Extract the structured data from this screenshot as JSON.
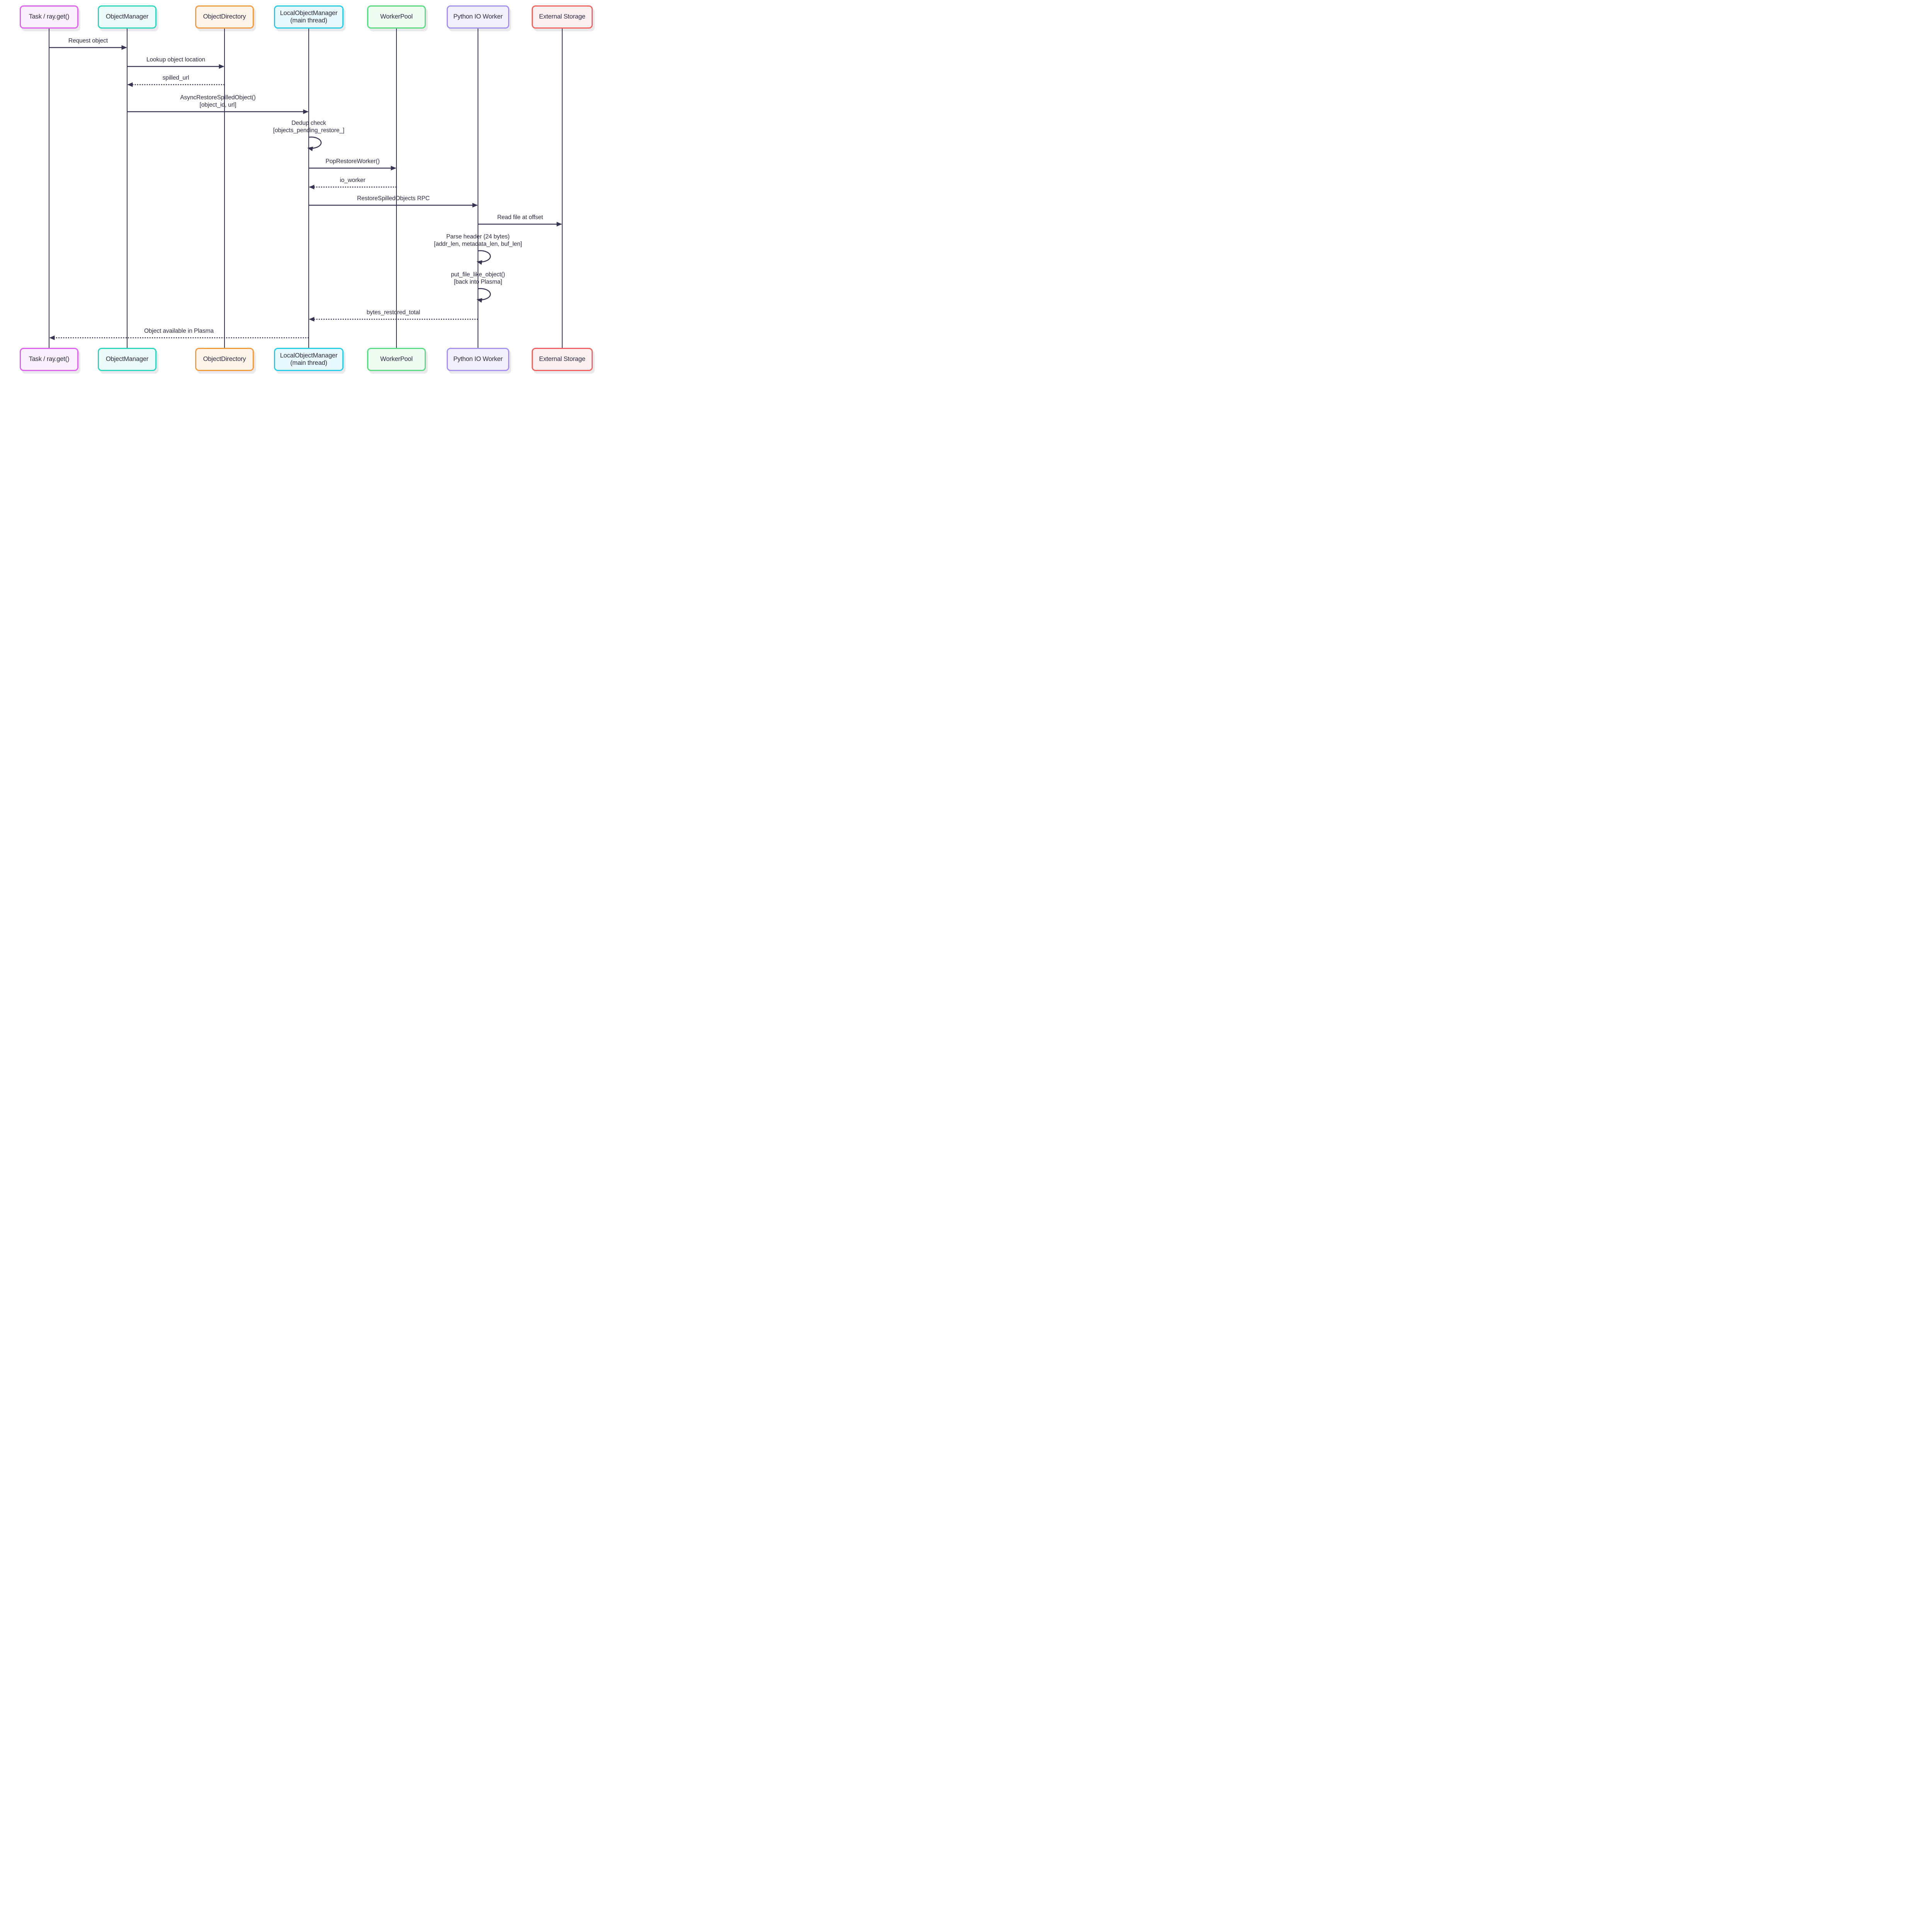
{
  "diagram": {
    "type": "sequence-diagram",
    "colors": {
      "background": "#FFFFFF",
      "text": "#2E2C42",
      "line": "#363451"
    },
    "participants": [
      {
        "id": "task",
        "label": "Task / ray.get()",
        "border": "#E05FF4",
        "fill": "#FBF0FE"
      },
      {
        "id": "om",
        "label": "ObjectManager",
        "border": "#2BD6BE",
        "fill": "#EBFBF7"
      },
      {
        "id": "od",
        "label": "ObjectDirectory",
        "border": "#F89A3E",
        "fill": "#FEF4E9"
      },
      {
        "id": "lom",
        "label": "LocalObjectManager\n(main thread)",
        "border": "#25CDEB",
        "fill": "#E9FAFE"
      },
      {
        "id": "wp",
        "label": "WorkerPool",
        "border": "#57DD82",
        "fill": "#EEFCF1"
      },
      {
        "id": "piw",
        "label": "Python IO Worker",
        "border": "#A590F6",
        "fill": "#F3F0FD"
      },
      {
        "id": "es",
        "label": "External Storage",
        "border": "#F2625F",
        "fill": "#FDF0F0"
      }
    ],
    "messages": [
      {
        "from": "task",
        "to": "om",
        "label": "Request object",
        "style": "solid"
      },
      {
        "from": "om",
        "to": "od",
        "label": "Lookup object location",
        "style": "solid"
      },
      {
        "from": "od",
        "to": "om",
        "label": "spilled_url",
        "style": "dotted"
      },
      {
        "from": "om",
        "to": "lom",
        "label": "AsyncRestoreSpilledObject()\n[object_id, url]",
        "style": "solid"
      },
      {
        "from": "lom",
        "to": "lom",
        "label": "Dedup check\n[objects_pending_restore_]",
        "style": "self"
      },
      {
        "from": "lom",
        "to": "wp",
        "label": "PopRestoreWorker()",
        "style": "solid"
      },
      {
        "from": "wp",
        "to": "lom",
        "label": "io_worker",
        "style": "dotted"
      },
      {
        "from": "lom",
        "to": "piw",
        "label": "RestoreSpilledObjects RPC",
        "style": "solid"
      },
      {
        "from": "piw",
        "to": "es",
        "label": "Read file at offset",
        "style": "solid"
      },
      {
        "from": "piw",
        "to": "piw",
        "label": "Parse header (24 bytes)\n[addr_len, metadata_len, buf_len]",
        "style": "self"
      },
      {
        "from": "piw",
        "to": "piw",
        "label": "put_file_like_object()\n[back into Plasma]",
        "style": "self"
      },
      {
        "from": "piw",
        "to": "lom",
        "label": "bytes_restored_total",
        "style": "dotted"
      },
      {
        "from": "lom",
        "to": "task",
        "label": "Object available in Plasma",
        "style": "dotted"
      }
    ]
  }
}
